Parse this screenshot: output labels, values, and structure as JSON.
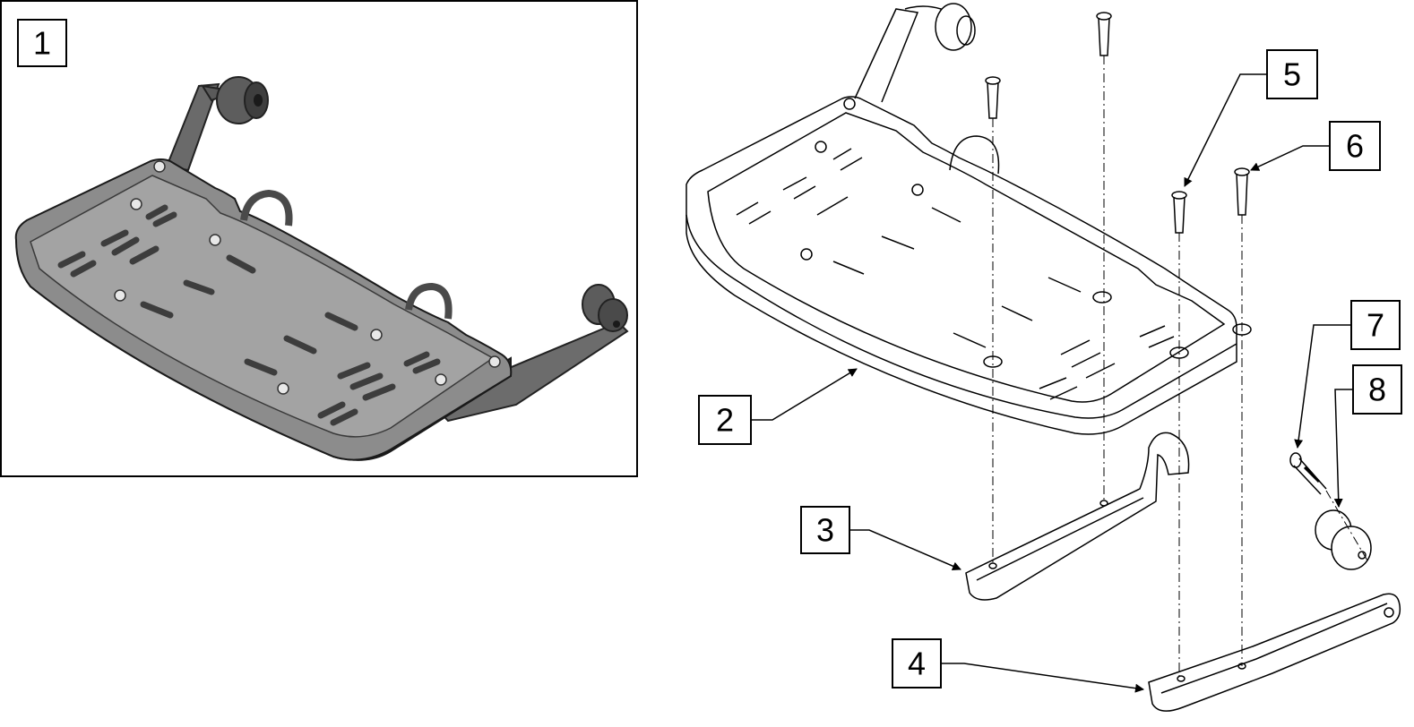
{
  "callouts": {
    "c1": "1",
    "c2": "2",
    "c3": "3",
    "c4": "4",
    "c5": "5",
    "c6": "6",
    "c7": "7",
    "c8": "8"
  },
  "colors": {
    "plate_fill": "#a3a3a3",
    "plate_dark": "#4a4a4a",
    "plate_edge": "#2c2c2c",
    "line": "#000000",
    "background": "#ffffff"
  }
}
